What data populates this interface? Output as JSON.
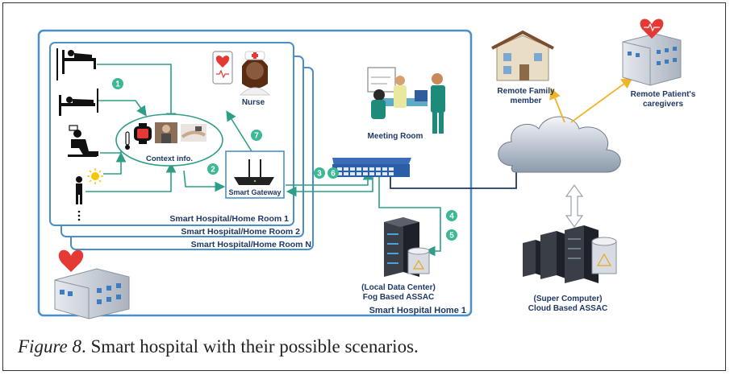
{
  "rooms": {
    "room1": "Smart Hospital/Home Room 1",
    "room2": "Smart Hospital/Home Room 2",
    "roomN": "Smart Hospital/Home Room N"
  },
  "home_label": "Smart Hospital Home 1",
  "context_label": "Context info.",
  "gateway_label": "Smart Gateway",
  "nurse_label": "Nurse",
  "meeting_label": "Meeting Room",
  "local_dc": {
    "line1": "(Local Data Center)",
    "line2": "Fog Based ASSAC"
  },
  "cloud_dc": {
    "line1": "(Super Computer)",
    "line2": "Cloud Based ASSAC"
  },
  "remote_family": {
    "line1": "Remote Family",
    "line2": "member"
  },
  "remote_caregivers": {
    "line1": "Remote Patient's",
    "line2": "caregivers"
  },
  "steps": [
    "1",
    "2",
    "3",
    "4",
    "5",
    "6",
    "7"
  ],
  "colors": {
    "frame": "#4a8fc9",
    "arrow_green": "#2e9e86",
    "badge": "#3cb894",
    "cloud_arrow": "#f0b429",
    "switch": "#2a5ea8"
  },
  "caption": {
    "figure": "Figure 8",
    "text": ". Smart hospital with their possible scenarios."
  }
}
